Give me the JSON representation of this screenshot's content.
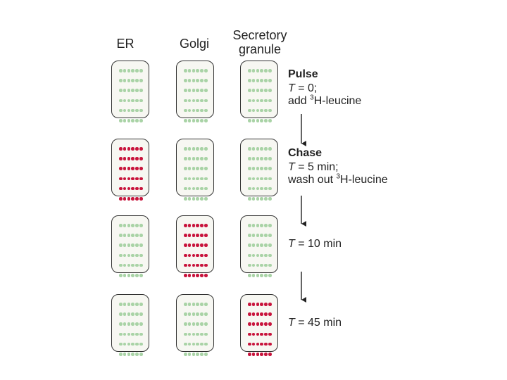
{
  "columns": [
    "ER",
    "Golgi",
    "Secretory granule"
  ],
  "column_header_lines": {
    "er": [
      "ER"
    ],
    "golgi": [
      "Golgi"
    ],
    "granule": [
      "Secretory",
      "granule"
    ]
  },
  "colors": {
    "unlabeled": "#a9d3a6",
    "labeled": "#c8143c",
    "outline": "#333333"
  },
  "rows": [
    {
      "labeled_column": -1,
      "title": "Pulse",
      "time_var": "T",
      "time_text": " = 0;",
      "action_pre": "add ",
      "isotope_sup": "3",
      "action_post": "H-leucine"
    },
    {
      "labeled_column": 0,
      "title": "Chase",
      "time_var": "T",
      "time_text": " = 5 min;",
      "action_pre": "wash out ",
      "isotope_sup": "3",
      "action_post": "H-leucine"
    },
    {
      "labeled_column": 1,
      "time_var": "T",
      "time_text": " = 10 min"
    },
    {
      "labeled_column": 2,
      "time_var": "T",
      "time_text": " = 45 min"
    }
  ],
  "dots_per_line": 6,
  "dot_lines_per_compartment": 6
}
